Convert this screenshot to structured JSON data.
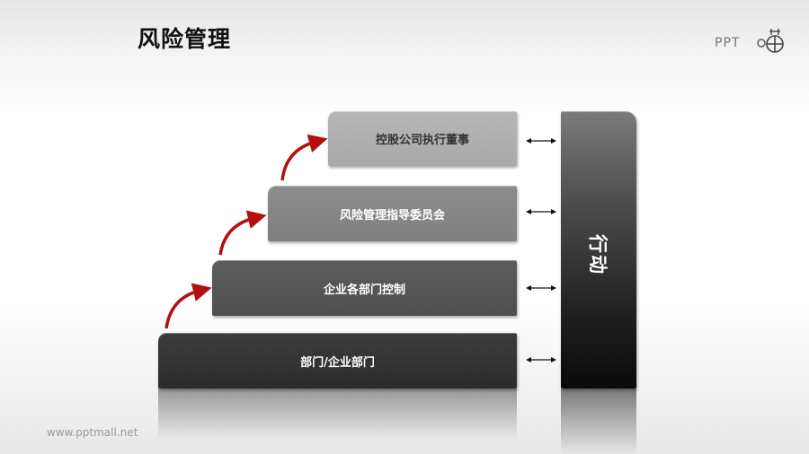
{
  "header": {
    "title": "风险管理",
    "logo_text": "PPT",
    "logo_icon": "ppt-stamp-icon"
  },
  "diagram": {
    "steps": [
      {
        "level": 1,
        "label": "部门/企业部门",
        "color": "#353535"
      },
      {
        "level": 2,
        "label": "企业各部门控制",
        "color": "#565656"
      },
      {
        "level": 3,
        "label": "风险管理指导委员会",
        "color": "#868686"
      },
      {
        "level": 4,
        "label": "控股公司执行董事",
        "color": "#b0b0b0"
      }
    ],
    "action_bar": {
      "label": "行动"
    },
    "connector_icon": "double-arrow-icon",
    "step_arrow_icon": "curved-red-arrow-icon",
    "accent_color": "#b41010"
  },
  "footer": {
    "watermark": "www.pptmall.net"
  }
}
